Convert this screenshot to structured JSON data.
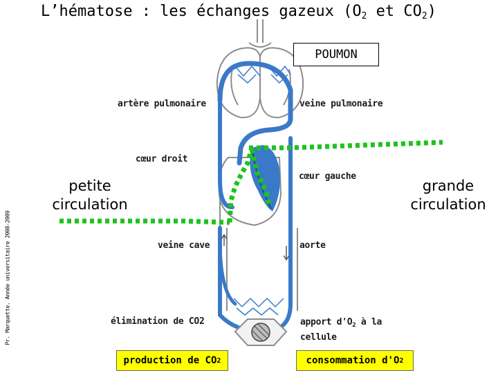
{
  "title": {
    "main": "L’hématose : les échanges gazeux (O",
    "sub1": "2",
    "mid": " et CO",
    "sub2": "2",
    "end": ")"
  },
  "poumon_label": "POUMON",
  "labels": {
    "arteria_pulmonaire": "artère pulmonaire",
    "veine_pulmonaire": "veine pulmonaire",
    "coeur_droit": "cœur droit",
    "coeur_gauche": "cœur gauche",
    "veine_cave": "veine cave",
    "aorte": "aorte",
    "elimination": "élimination de CO2",
    "apport_pre": "apport d'O",
    "apport_sub": "2",
    "apport_post": " à la",
    "apport_line2": "cellule"
  },
  "circulation": {
    "petite_line1": "petite",
    "petite_line2": "circulation",
    "grande_line1": "grande",
    "grande_line2": "circulation"
  },
  "bottom_boxes": {
    "production_pre": "production de CO",
    "production_sub": "2",
    "consommation_pre": "consommation d'O",
    "consommation_sub": "2"
  },
  "credit": "Pr. Marquette. Année universitaire 2008-2009",
  "colors": {
    "vessel_blue": "#3a79c8",
    "dashed_green": "#1fc21f",
    "highlight_yellow": "#ffff00",
    "sketch_gray": "#8c8c8c"
  }
}
